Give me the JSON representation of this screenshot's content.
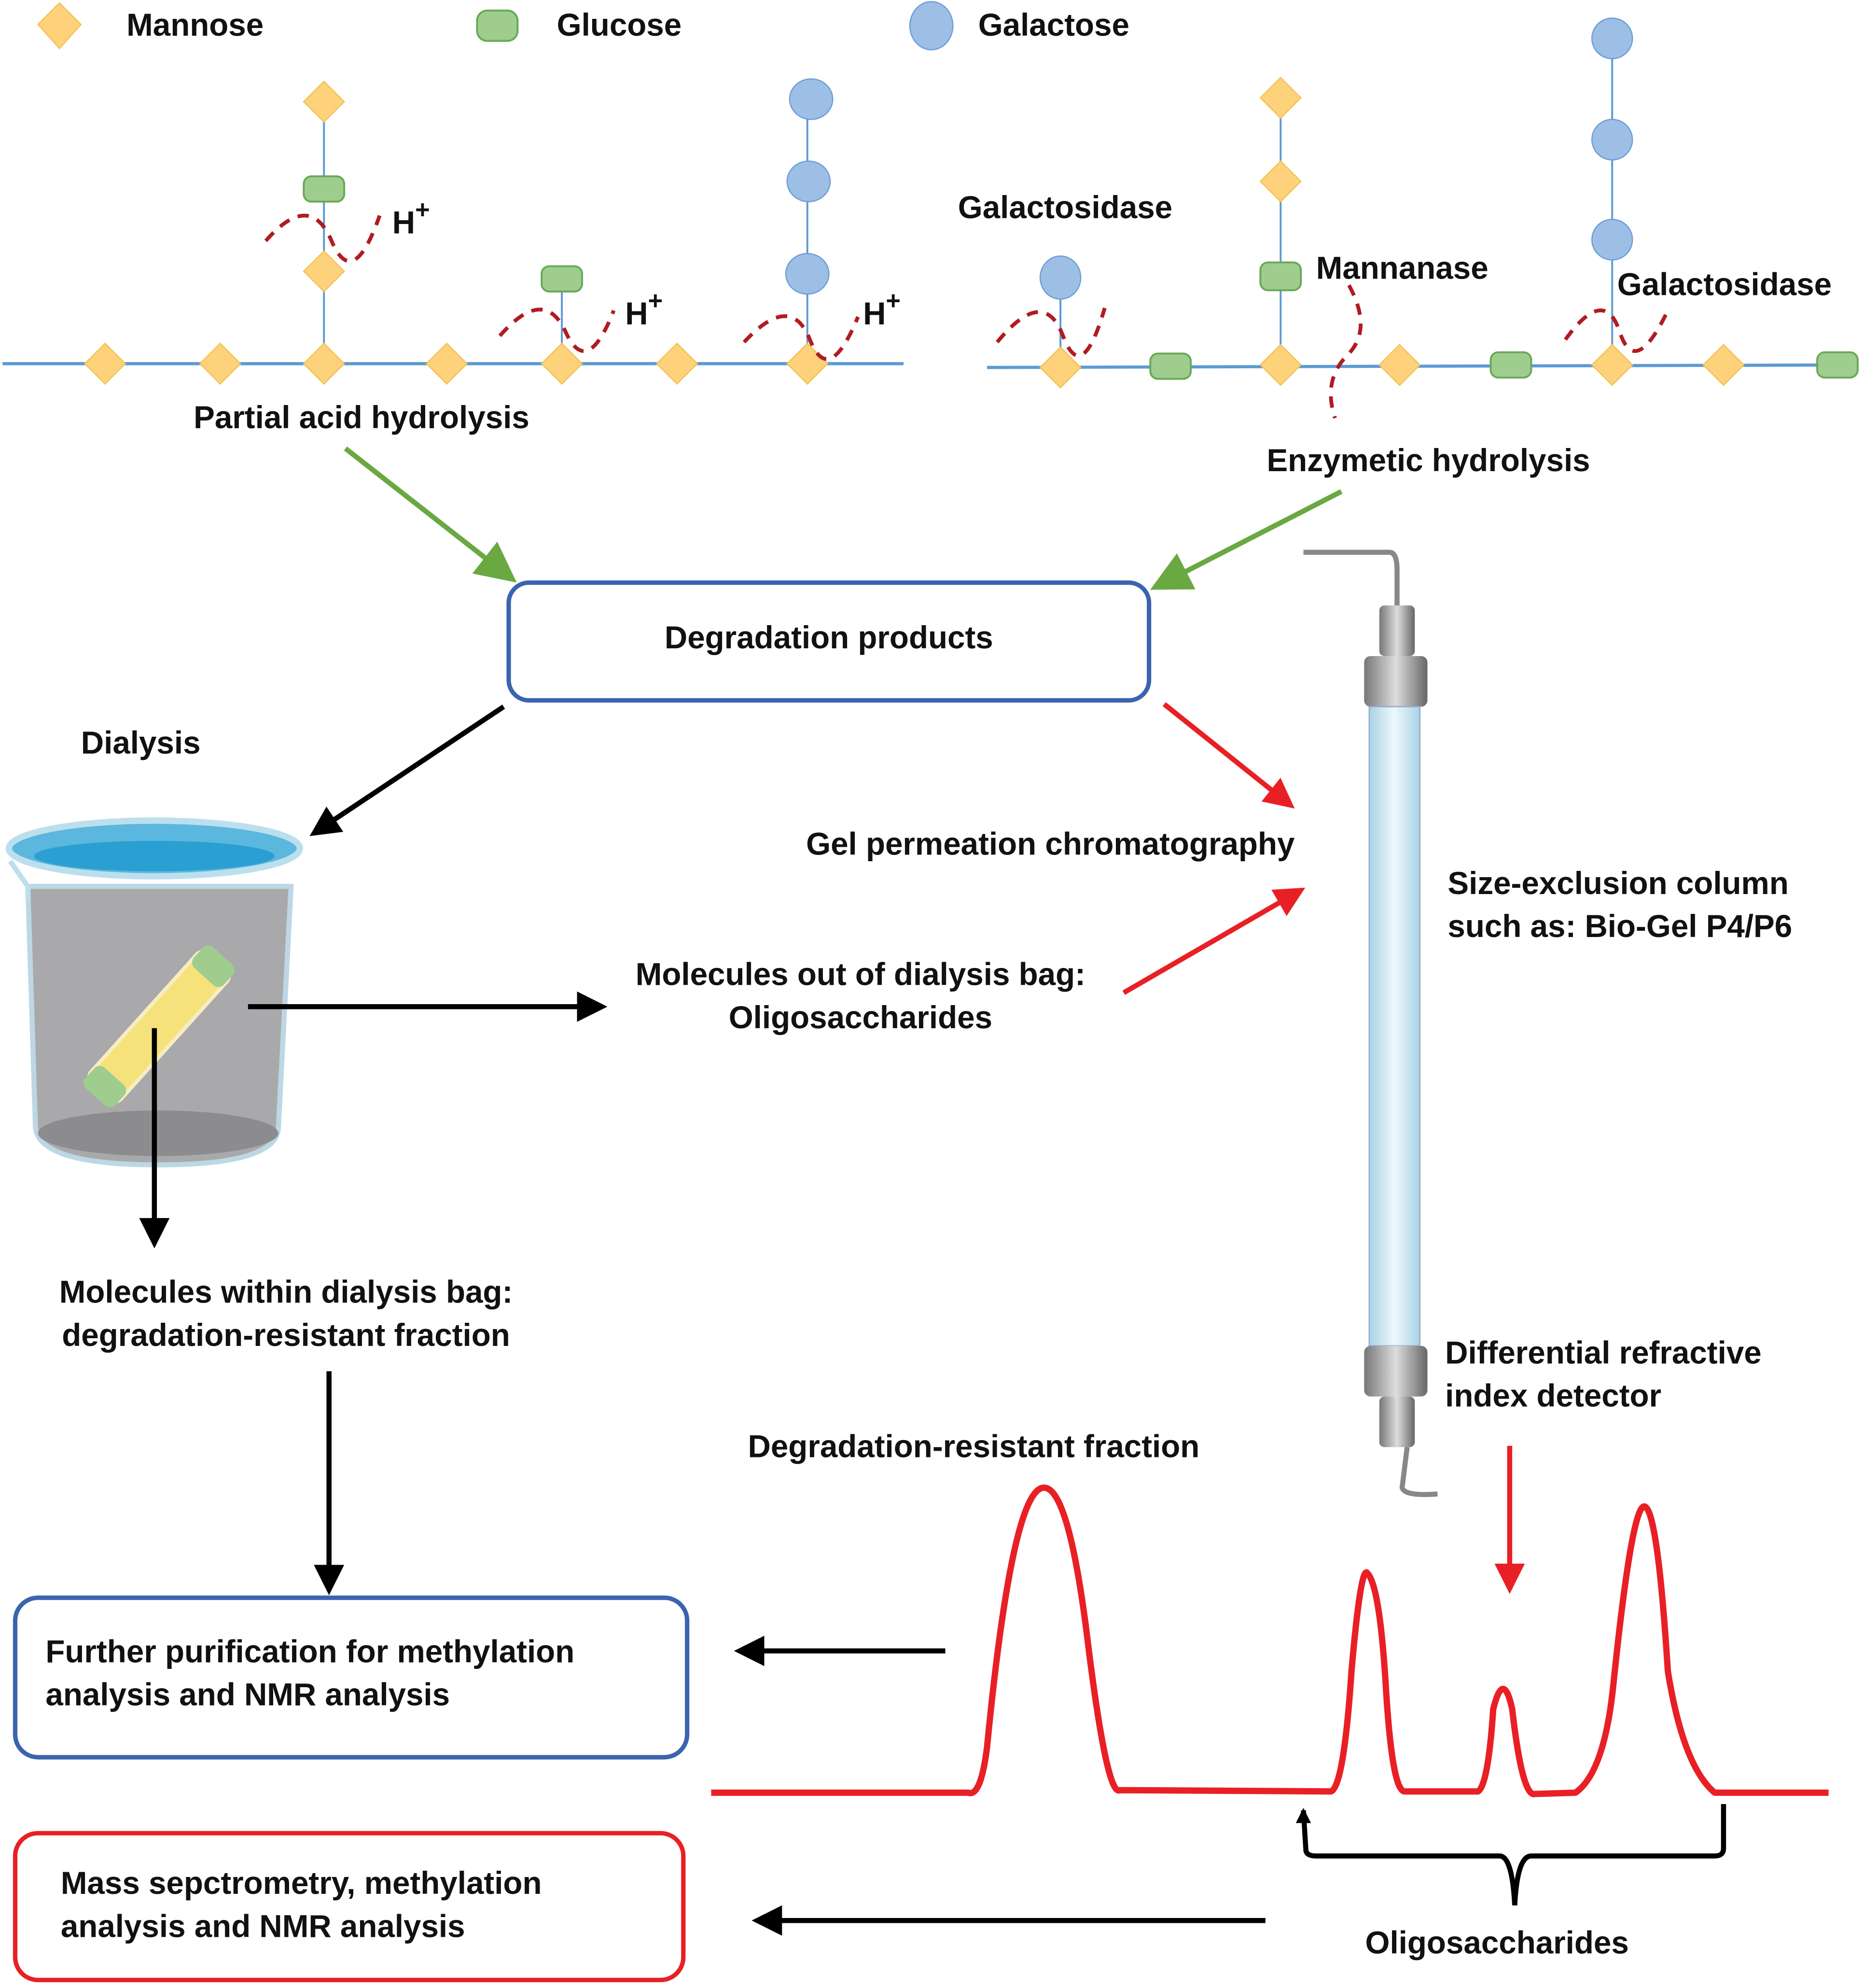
{
  "legend": {
    "mannose": "Mannose",
    "glucose": "Glucose",
    "galactose": "Galactose"
  },
  "acid": {
    "hplus": "H",
    "plus": "+",
    "label": "Partial acid hydrolysis"
  },
  "enzyme": {
    "galactosidase_1": "Galactosidase",
    "mannanase": "Mannanase",
    "galactosidase_2": "Galactosidase",
    "label": "Enzymetic hydrolysis"
  },
  "degradation_products": "Degradation products",
  "dialysis": "Dialysis",
  "gpc": "Gel permeation chromatography",
  "column": {
    "line1": "Size-exclusion column",
    "line2": "such as: Bio-Gel P4/P6"
  },
  "out_bag": {
    "line1": "Molecules out of dialysis bag:",
    "line2": "Oligosaccharides"
  },
  "within_bag": {
    "line1": "Molecules within dialysis bag:",
    "line2": "degradation-resistant fraction"
  },
  "detector": {
    "line1": "Differential refractive",
    "line2": "index detector"
  },
  "resistant_fraction": "Degradation-resistant fraction",
  "further": {
    "line1": "Further purification for  methylation",
    "line2": "analysis and NMR analysis"
  },
  "mass": {
    "line1": "Mass sepctrometry, methylation",
    "line2": "analysis and NMR analysis"
  },
  "oligosaccharides": "Oligosaccharides",
  "colors": {
    "mannose": "#fdd27a",
    "glucose": "#9fcd8e",
    "galactose": "#9dbfe6",
    "blue_box": "#3b64b0",
    "red_box": "#e82025",
    "green_arrow": "#6aa842"
  }
}
